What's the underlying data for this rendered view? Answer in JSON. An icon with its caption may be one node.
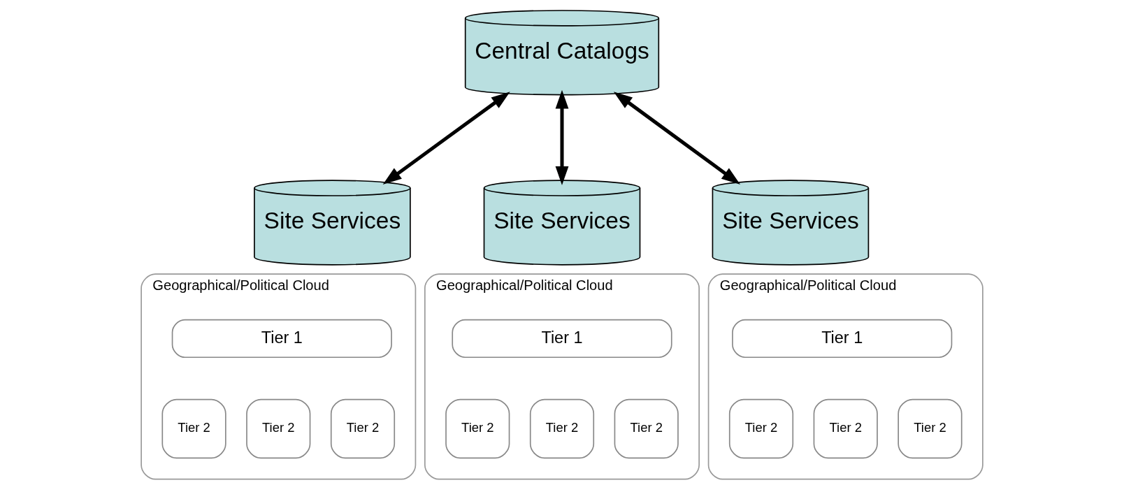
{
  "diagram": {
    "nodes": [
      {
        "text": [
          "Central Catalogs"
        ]
      },
      {
        "text": [
          "Site Services"
        ]
      },
      {
        "text": [
          "Geographical/Political Cloud"
        ]
      },
      {
        "text": [
          "Tier 1"
        ],
        "in": 2
      },
      {
        "text": [
          "Tier 2"
        ],
        "in": 2
      },
      {
        "text": [
          "Tier 2"
        ],
        "in": 2
      },
      {
        "text": [
          "Tier 2"
        ],
        "in": 2
      },
      {
        "text": [
          "Site Services"
        ]
      },
      {
        "text": [
          "Geographical/Political Cloud"
        ]
      },
      {
        "text": [
          "Tier 1"
        ],
        "in": 8
      },
      {
        "text": [
          "Tier 2"
        ],
        "in": 8
      },
      {
        "text": [
          "Tier 2"
        ],
        "in": 8
      },
      {
        "text": [
          "Tier 2"
        ],
        "in": 8
      },
      {
        "text": [
          "Site Services"
        ]
      },
      {
        "text": [
          "Geographical/Political Cloud"
        ]
      },
      {
        "text": [
          "Tier 1"
        ],
        "in": 14
      },
      {
        "text": [
          "Tier 2"
        ],
        "in": 14
      },
      {
        "text": [
          "Tier 2"
        ],
        "in": 14
      },
      {
        "text": [
          "Tier 2"
        ],
        "in": 14
      }
    ],
    "edges": [
      {
        "from": 0,
        "to": 1,
        "arrow": "both"
      },
      {
        "from": 0,
        "to": 7,
        "arrow": "both"
      },
      {
        "from": 0,
        "to": 13,
        "arrow": "both"
      }
    ]
  }
}
